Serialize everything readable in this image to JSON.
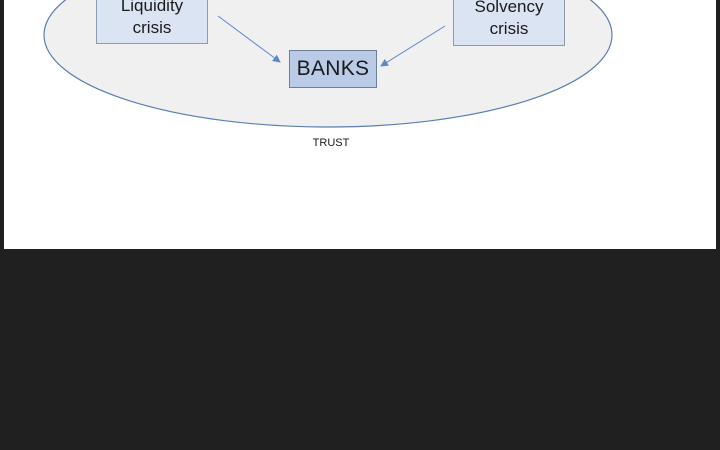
{
  "diagram": {
    "boundary_label": "TRUST",
    "center_node": "BANKS",
    "left_node": "Liquidity\ncrisis",
    "right_node": "Solvency\ncrisis"
  },
  "colors": {
    "page_background": "#202020",
    "slide_background": "#ffffff",
    "ellipse_fill": "#f0f0f0",
    "ellipse_stroke": "#5b7fb0",
    "crisis_box_fill": "#dbe4f2",
    "banks_box_fill": "#b9cbe6",
    "arrow_color": "#5b88c8"
  }
}
